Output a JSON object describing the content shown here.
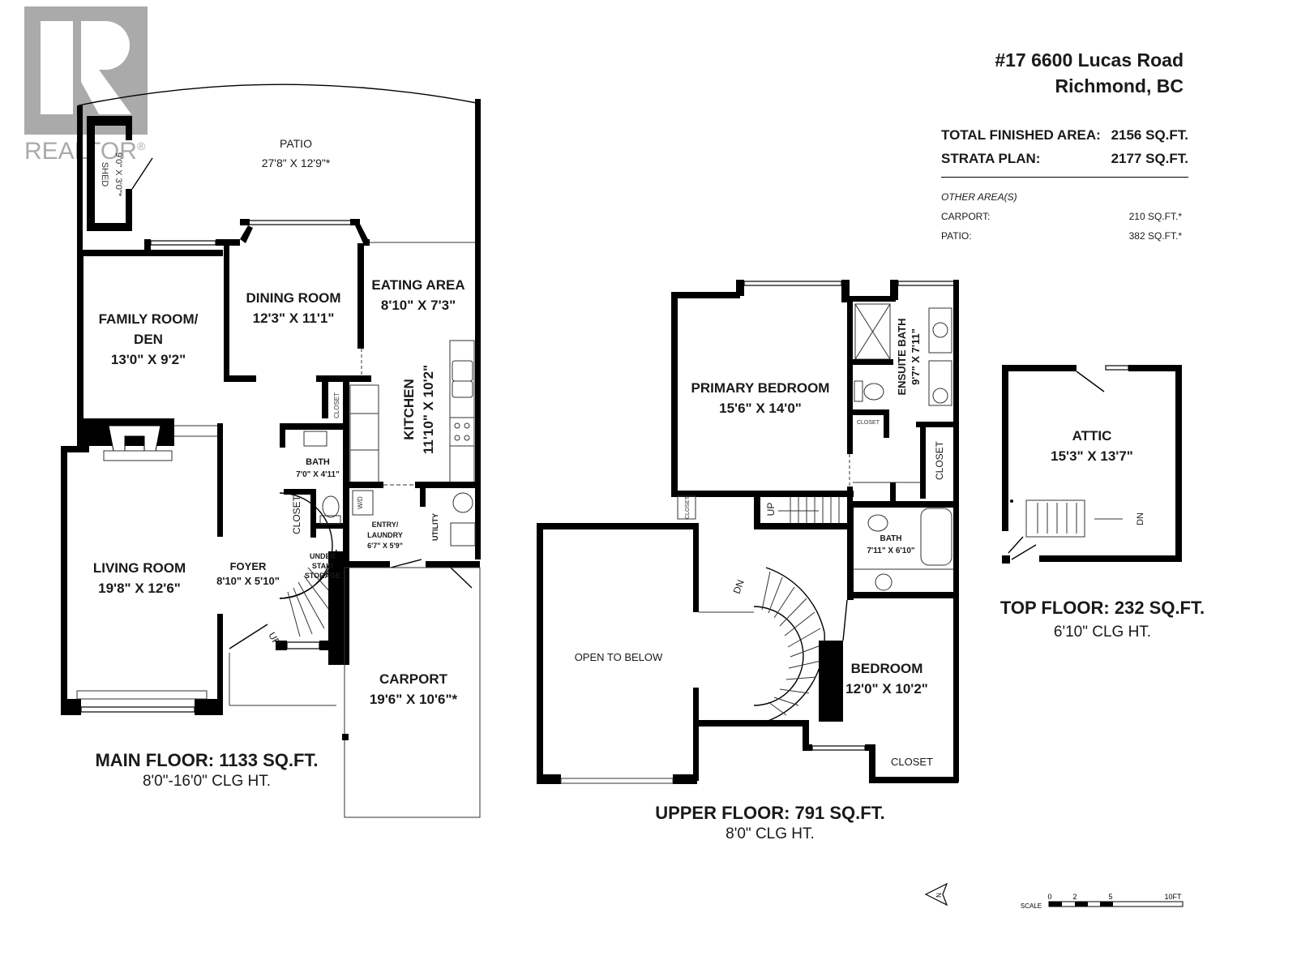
{
  "header": {
    "address_line1": "#17 6600 Lucas Road",
    "address_line2": "Richmond, BC"
  },
  "summary": {
    "total_finished_label": "TOTAL FINISHED AREA:",
    "total_finished_value": "2156 SQ.FT.",
    "strata_label": "STRATA PLAN:",
    "strata_value": "2177 SQ.FT.",
    "other_areas_heading": "OTHER AREA(S)",
    "other_areas": [
      {
        "label": "CARPORT:",
        "value": "210 SQ.FT.*"
      },
      {
        "label": "PATIO:",
        "value": "382 SQ.FT.*"
      }
    ]
  },
  "watermark": {
    "brand": "REALTOR",
    "registered": "®",
    "logo_letter": "R"
  },
  "main_floor": {
    "title": "MAIN FLOOR: 1133 SQ.FT.",
    "ceiling": "8'0\"-16'0\" CLG HT.",
    "rooms": {
      "patio": {
        "name": "PATIO",
        "dim": "27'8\" X 12'9\"*"
      },
      "shed": {
        "name": "SHED",
        "dim": "9'0\" X 3'0\"*"
      },
      "family": {
        "name1": "FAMILY ROOM/",
        "name2": "DEN",
        "dim": "13'0\" X 9'2\""
      },
      "dining": {
        "name": "DINING ROOM",
        "dim": "12'3\" X 11'1\""
      },
      "eating": {
        "name": "EATING AREA",
        "dim": "8'10\" X 7'3\""
      },
      "kitchen": {
        "name": "KITCHEN",
        "dim": "11'10\" X 10'2\""
      },
      "bath": {
        "name": "BATH",
        "dim": "7'0\" X 4'11\""
      },
      "closet1": {
        "name": "CLOSET"
      },
      "closet2": {
        "name": "CLOSET"
      },
      "entry": {
        "name1": "ENTRY/",
        "name2": "LAUNDRY",
        "dim": "6'7\" X 5'9\""
      },
      "utility": {
        "name": "UTILITY"
      },
      "wd": {
        "name": "W/D"
      },
      "living": {
        "name": "LIVING ROOM",
        "dim": "19'8\" X 12'6\""
      },
      "foyer": {
        "name": "FOYER",
        "dim": "8'10\" X 5'10\""
      },
      "understair": {
        "l1": "UNDER",
        "l2": "STAIR",
        "l3": "STORAGE"
      },
      "stairs_up": {
        "label": "UP"
      },
      "carport": {
        "name": "CARPORT",
        "dim": "19'6\" X 10'6\"*"
      }
    }
  },
  "upper_floor": {
    "title": "UPPER FLOOR: 791 SQ.FT.",
    "ceiling": "8'0\" CLG HT.",
    "rooms": {
      "primary": {
        "name": "PRIMARY BEDROOM",
        "dim": "15'6\" X 14'0\""
      },
      "ensuite": {
        "name": "ENSUITE BATH",
        "dim": "9'7\" X 7'11\""
      },
      "closet_small": {
        "name": "CLOSET"
      },
      "closet_ensuite": {
        "name": "CLOSET"
      },
      "closet_hall": {
        "name": "CLOSET"
      },
      "closet_bed": {
        "name": "CLOSET"
      },
      "bath": {
        "name": "BATH",
        "dim": "7'11\" X 6'10\""
      },
      "open_below": {
        "name": "OPEN TO BELOW"
      },
      "bedroom": {
        "name": "BEDROOM",
        "dim": "12'0\" X 10'2\""
      },
      "stairs_up": {
        "label": "UP"
      },
      "stairs_dn": {
        "label": "DN"
      }
    }
  },
  "top_floor": {
    "title": "TOP FLOOR: 232 SQ.FT.",
    "ceiling": "6'10\" CLG HT.",
    "rooms": {
      "attic": {
        "name": "ATTIC",
        "dim": "15'3\" X 13'7\""
      },
      "stairs_dn": {
        "label": "DN"
      }
    }
  },
  "legend": {
    "north_label": "N",
    "scale_label": "SCALE",
    "scale_ticks": [
      "0",
      "2",
      "5",
      "10FT"
    ]
  }
}
